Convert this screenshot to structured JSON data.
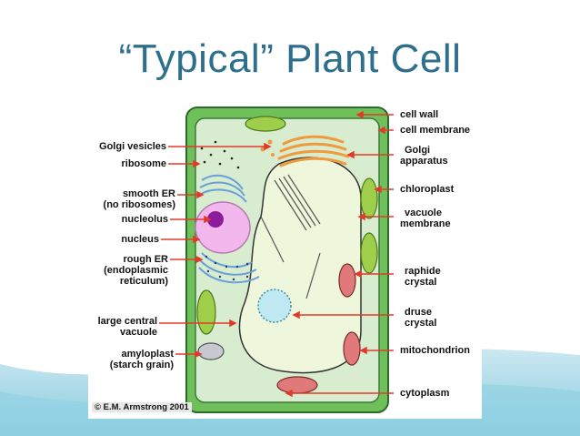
{
  "slide": {
    "title": "“Typical” Plant Cell"
  },
  "diagram": {
    "labels": {
      "cell_wall": "cell wall",
      "cell_membrane": "cell membrane",
      "golgi_vesicles": "Golgi vesicles",
      "golgi_apparatus_1": "Golgi",
      "golgi_apparatus_2": "apparatus",
      "ribosome": "ribosome",
      "chloroplast": "chloroplast",
      "smooth_er_1": "smooth ER",
      "smooth_er_2": "(no ribosomes)",
      "vacuole_membrane_1": "vacuole",
      "vacuole_membrane_2": "membrane",
      "nucleolus": "nucleolus",
      "nucleus": "nucleus",
      "rough_er_1": "rough ER",
      "rough_er_2": "(endoplasmic",
      "rough_er_3": "reticulum)",
      "raphide_crystal_1": "raphide",
      "raphide_crystal_2": "crystal",
      "druse_crystal_1": "druse",
      "druse_crystal_2": "crystal",
      "large_central_vacuole_1": "large central",
      "large_central_vacuole_2": "vacuole",
      "amyloplast_1": "amyloplast",
      "amyloplast_2": "(starch grain)",
      "mitochondrion": "mitochondrion",
      "cytoplasm": "cytoplasm"
    },
    "credit": "© E.M. Armstrong 2001",
    "colors": {
      "cell_wall": "#6fbf5a",
      "cytoplasm": "#d8ecd0",
      "vacuole": "#eef6dc",
      "nucleus": "#f2b8ee",
      "nucleolus": "#8c1c9c",
      "er": "#6aa0d8",
      "golgi": "#f09a3c",
      "chloroplast": "#9fcf4a",
      "mitochondrion": "#e07a7a",
      "arrow": "#e03b2a",
      "title": "#2e6f8e"
    }
  }
}
